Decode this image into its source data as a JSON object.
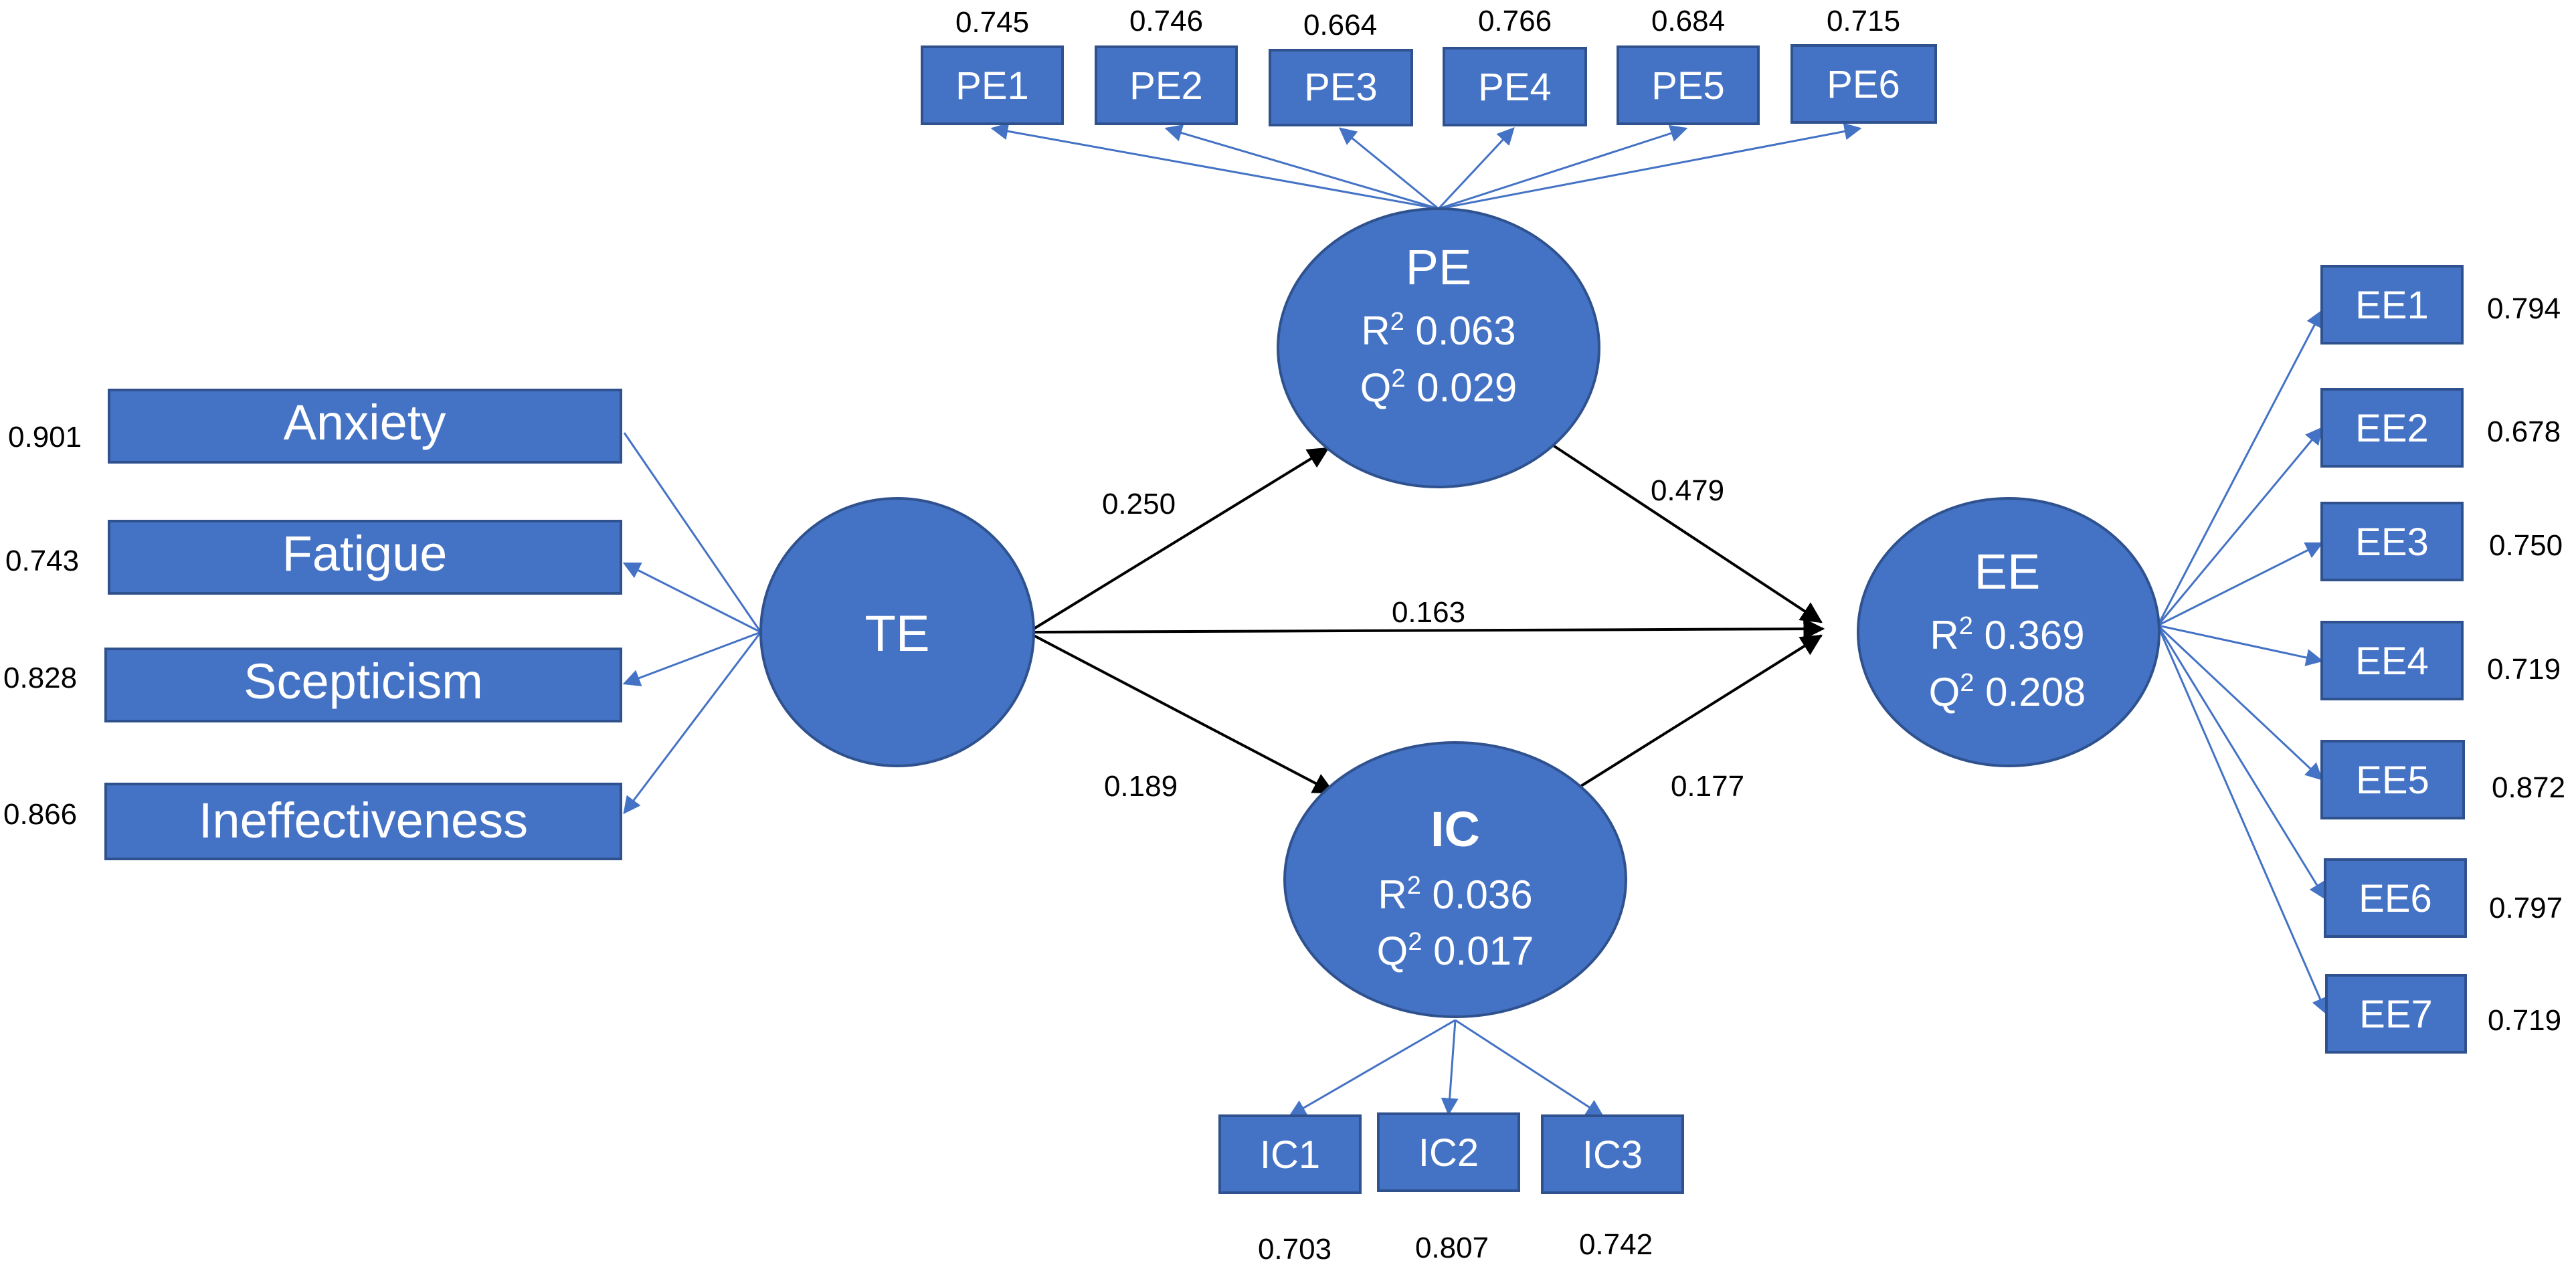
{
  "colors": {
    "node_fill": "#4472c4",
    "node_stroke": "#2f528f",
    "indicator_arrow": "#4472c4",
    "path_arrow": "#000000",
    "node_text": "#ffffff"
  },
  "constructs": {
    "TE": {
      "label": "TE"
    },
    "PE": {
      "label": "PE",
      "r2_label": "R",
      "r2_value": "0.063",
      "q2_label": "Q",
      "q2_value": "0.029",
      "sup": "2"
    },
    "IC": {
      "label": "IC",
      "r2_label": "R",
      "r2_value": "0.036",
      "q2_label": "Q",
      "q2_value": "0.017",
      "sup": "2"
    },
    "EE": {
      "label": "EE",
      "r2_label": "R",
      "r2_value": "0.369",
      "q2_label": "Q",
      "q2_value": "0.208",
      "sup": "2"
    }
  },
  "paths": {
    "te_pe": "0.250",
    "te_ic": "0.189",
    "te_ee": "0.163",
    "pe_ee": "0.479",
    "ic_ee": "0.177"
  },
  "te_indicators": [
    {
      "label": "Anxiety",
      "loading": "0.901"
    },
    {
      "label": "Fatigue",
      "loading": "0.743"
    },
    {
      "label": "Scepticism",
      "loading": "0.828"
    },
    {
      "label": "Ineffectiveness",
      "loading": "0.866"
    }
  ],
  "pe_indicators": [
    {
      "label": "PE1",
      "loading": "0.745"
    },
    {
      "label": "PE2",
      "loading": "0.746"
    },
    {
      "label": "PE3",
      "loading": "0.664"
    },
    {
      "label": "PE4",
      "loading": "0.766"
    },
    {
      "label": "PE5",
      "loading": "0.684"
    },
    {
      "label": "PE6",
      "loading": "0.715"
    }
  ],
  "ee_indicators": [
    {
      "label": "EE1",
      "loading": "0.794"
    },
    {
      "label": "EE2",
      "loading": "0.678"
    },
    {
      "label": "EE3",
      "loading": "0.750"
    },
    {
      "label": "EE4",
      "loading": "0.719"
    },
    {
      "label": "EE5",
      "loading": "0.872"
    },
    {
      "label": "EE6",
      "loading": "0.797"
    },
    {
      "label": "EE7",
      "loading": "0.719"
    }
  ],
  "ic_indicators": [
    {
      "label": "IC1",
      "loading": "0.703"
    },
    {
      "label": "IC2",
      "loading": "0.807"
    },
    {
      "label": "IC3",
      "loading": "0.742"
    }
  ]
}
